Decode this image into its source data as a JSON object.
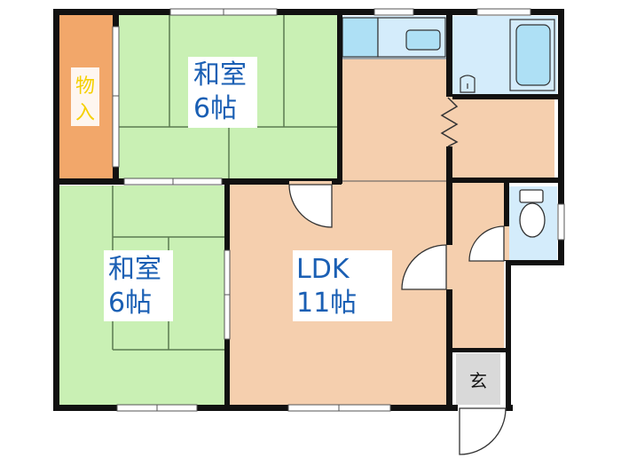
{
  "rooms": {
    "washitsu_top": {
      "name": "和室",
      "size": "6帖"
    },
    "washitsu_bottom": {
      "name": "和室",
      "size": "6帖"
    },
    "ldk": {
      "name": "LDK",
      "size": "11帖"
    },
    "storage": {
      "label": "物入"
    },
    "genkan": {
      "label": "玄"
    }
  },
  "colors": {
    "tatami": "#c9f0b4",
    "tatami_line": "#5a7a50",
    "wood_floor": "#f5cfae",
    "storage": "#f2a76a",
    "wet_area": "#d4ecfb",
    "fixture": "#aee0f5",
    "genkan": "#d9d9d9",
    "wall": "#111111",
    "label_blue": "#1a5fb4",
    "label_storage": "#f5d000"
  }
}
